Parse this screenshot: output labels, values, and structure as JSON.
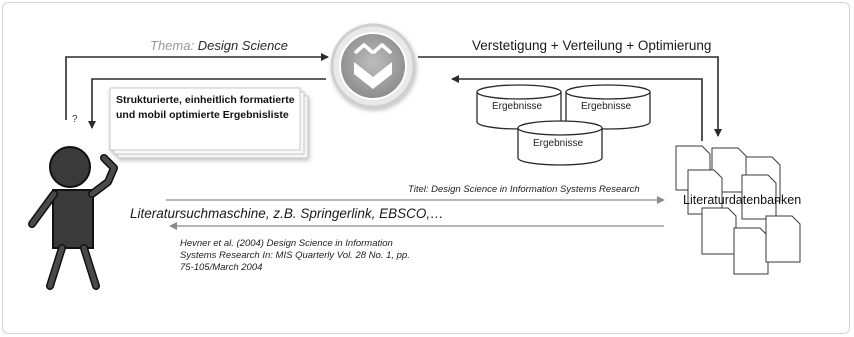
{
  "diagram": {
    "theme_prefix": "Thema:",
    "theme_topic": "Design Science",
    "process_label": "Verstetigung + Verteilung + Optimierung",
    "question_mark": "?",
    "result_list_line1": "Strukturierte, einheitlich formatierte",
    "result_list_line2": "und mobil optimierte Ergebnisliste",
    "results": [
      "Ergebnisse",
      "Ergebnisse",
      "Ergebnisse"
    ],
    "search_title": "Titel: Design Science in Information Systems Research",
    "search_engine": "Literatursuchmaschine, z.B. Springerlink, EBSCO,…",
    "citation_line1": "Hevner et al. (2004) Design Science in Information",
    "citation_line2": "Systems Research In: MIS Quarterly Vol. 28 No. 1, pp.",
    "citation_line3": "75-105/March 2004",
    "databases_label": "Literaturdatenbanken",
    "colors": {
      "arrow": "#2b2b2b",
      "person_fill": "#3a3a3a",
      "logo_ring": "#cfcfcf",
      "logo_fill": "#9a9a9a"
    }
  }
}
